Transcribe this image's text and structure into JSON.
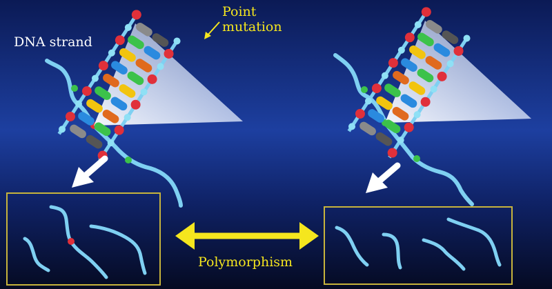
{
  "labels": {
    "dna_strand": "DNA strand",
    "point_mutation_line1": "Point",
    "point_mutation_line2": "mutation",
    "polymorphism": "Polymorphism"
  },
  "colors": {
    "background_top": "#1b3a9a",
    "background_bottom": "#050a22",
    "strand": "#7fd0f2",
    "mutation_marker": "#e0303a",
    "normal_marker": "#3cc24a",
    "label_yellow": "#f5e61e",
    "box_border": "#c8b43c",
    "arrow_white": "#ffffff"
  },
  "icons": [
    "white-arrow",
    "double-headed-arrow",
    "dna-helix-closeup"
  ]
}
